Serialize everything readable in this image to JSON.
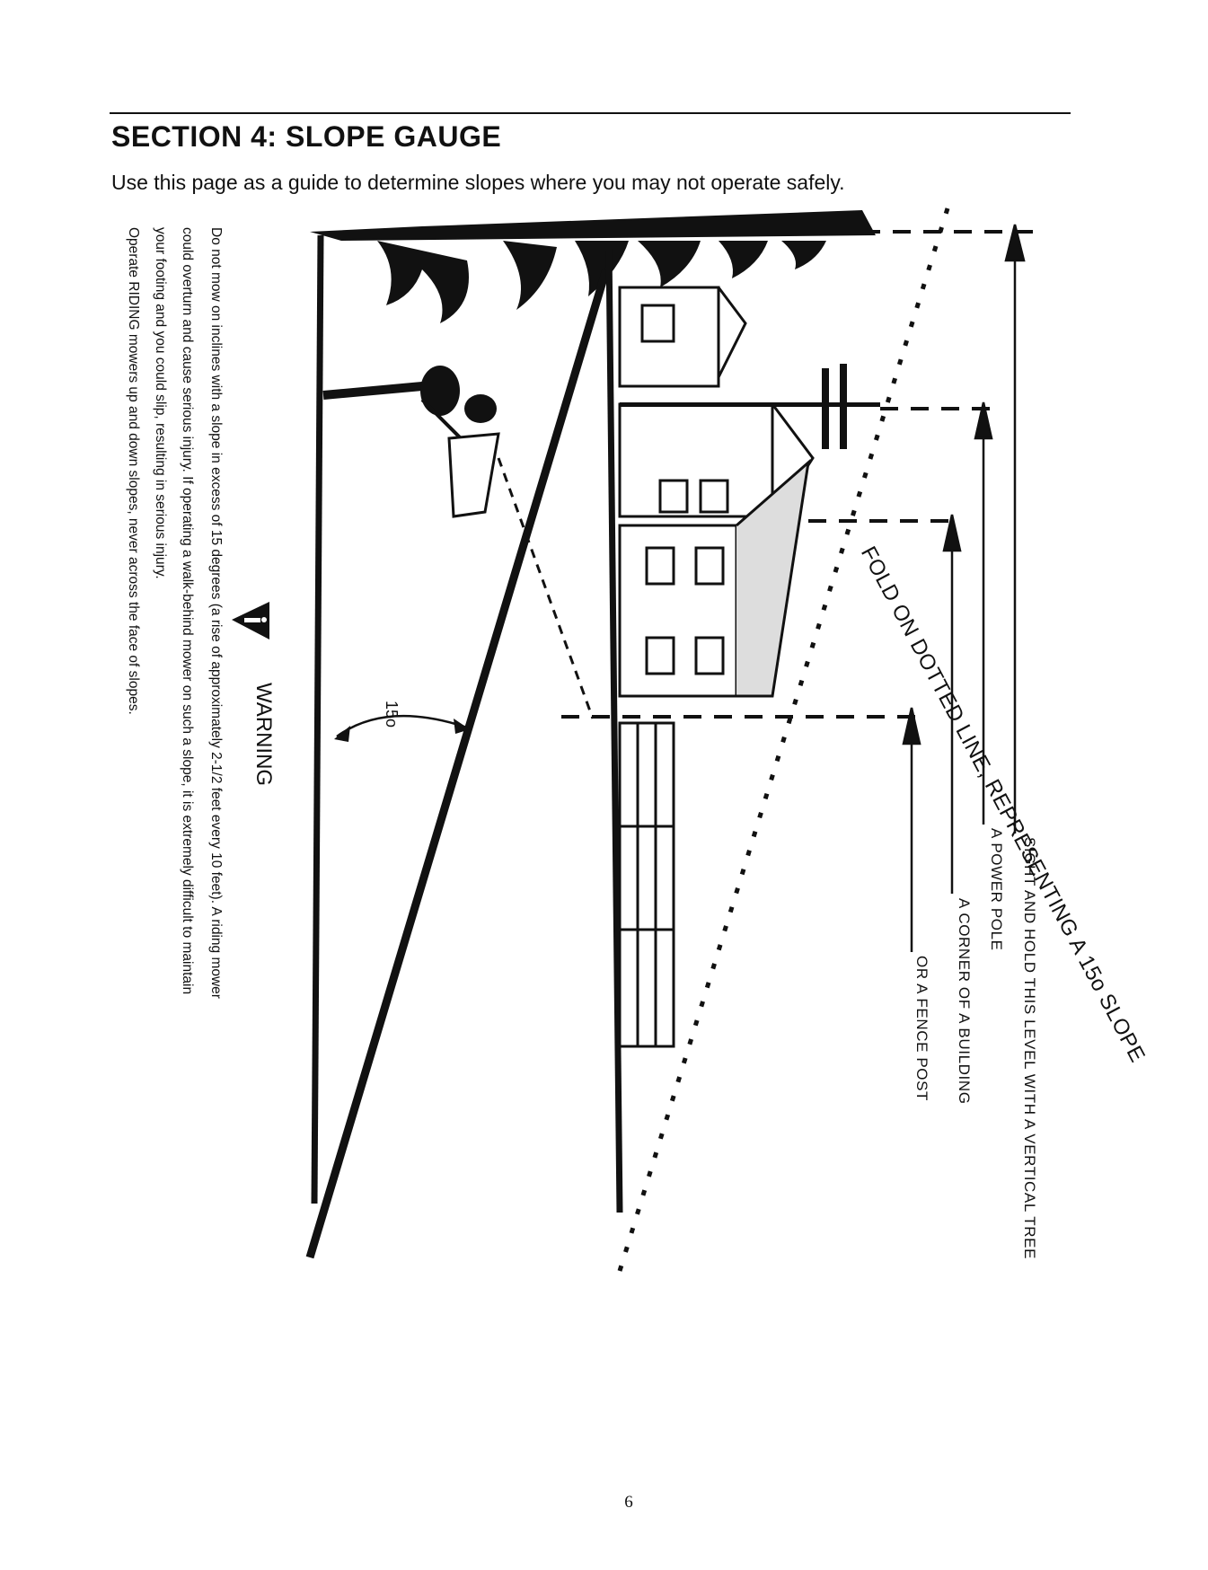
{
  "section_title": "SECTION 4:  SLOPE GAUGE",
  "subtitle": "Use this page as a guide to determine slopes where you may not operate safely.",
  "warning": {
    "heading": "WARNING",
    "icon": "warning-triangle-icon",
    "lines": [
      "Do not mow on inclines with a slope in excess of 15 degrees (a rise of approximately 2-1/2 feet every 10 feet). A riding mower",
      "could overturn and cause serious injury. If operating a walk-behind mower on such a slope, it is extremely difficult to maintain",
      "your footing and you could slip, resulting in serious injury.",
      "Operate RIDING mowers up and down slopes, never across the face of slopes."
    ]
  },
  "diagram": {
    "angle_label": "15o",
    "fold_label": "FOLD ON DOTTED LINE, REPRESENTING A 15o SLOPE",
    "labels": [
      "SIGHT AND HOLD THIS LEVEL WITH A VERTICAL TREE",
      "A POWER POLE",
      "A CORNER OF A BUILDING",
      "OR A FENCE POST"
    ]
  },
  "page_number": "6"
}
